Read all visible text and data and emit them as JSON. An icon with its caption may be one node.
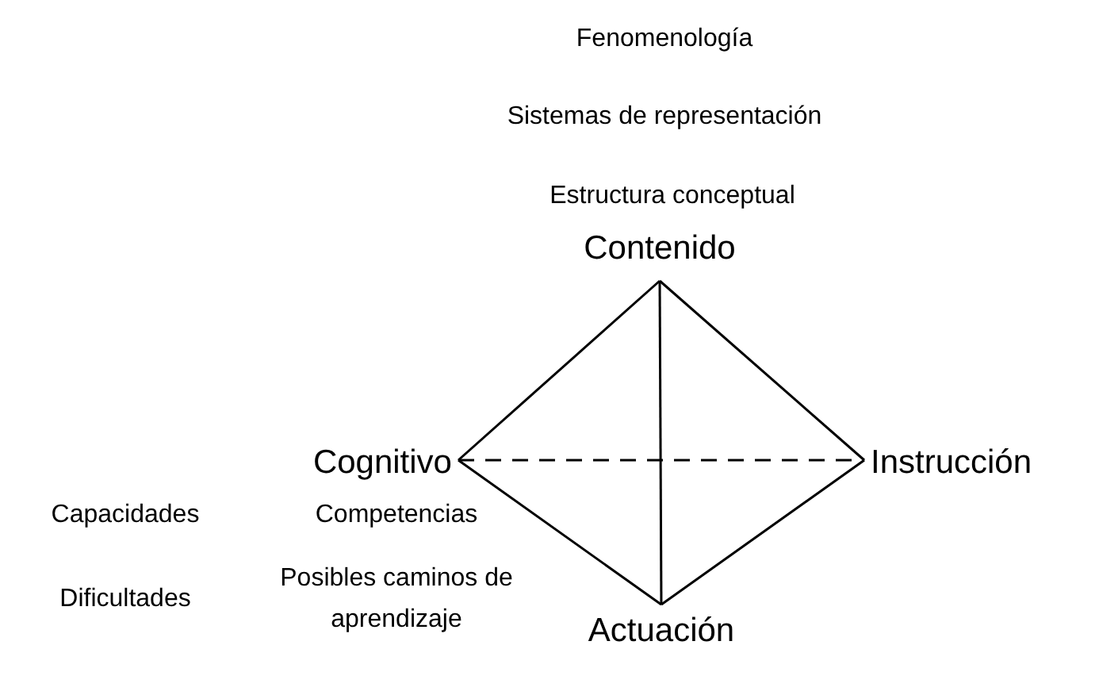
{
  "diagram": {
    "nodes": [
      {
        "text": [
          "Contenido"
        ]
      },
      {
        "text": [
          "Cognitivo"
        ]
      },
      {
        "text": [
          "Instrucción"
        ]
      },
      {
        "text": [
          "Actuación"
        ]
      }
    ],
    "edges": [
      {
        "from": 0,
        "to": 1,
        "arrow": "none"
      },
      {
        "from": 0,
        "to": 2,
        "arrow": "none"
      },
      {
        "from": 0,
        "to": 3,
        "arrow": "none"
      },
      {
        "from": 1,
        "to": 3,
        "arrow": "none"
      },
      {
        "from": 2,
        "to": 3,
        "arrow": "none"
      },
      {
        "from": 1,
        "to": 2,
        "arrow": "none",
        "style": "dashed"
      }
    ],
    "labels": [
      "Fenomenología",
      "Sistemas de representación",
      "Estructura conceptual",
      "Capacidades",
      "Competencias",
      "Dificultades",
      "Posibles caminos de aprendizaje"
    ]
  }
}
